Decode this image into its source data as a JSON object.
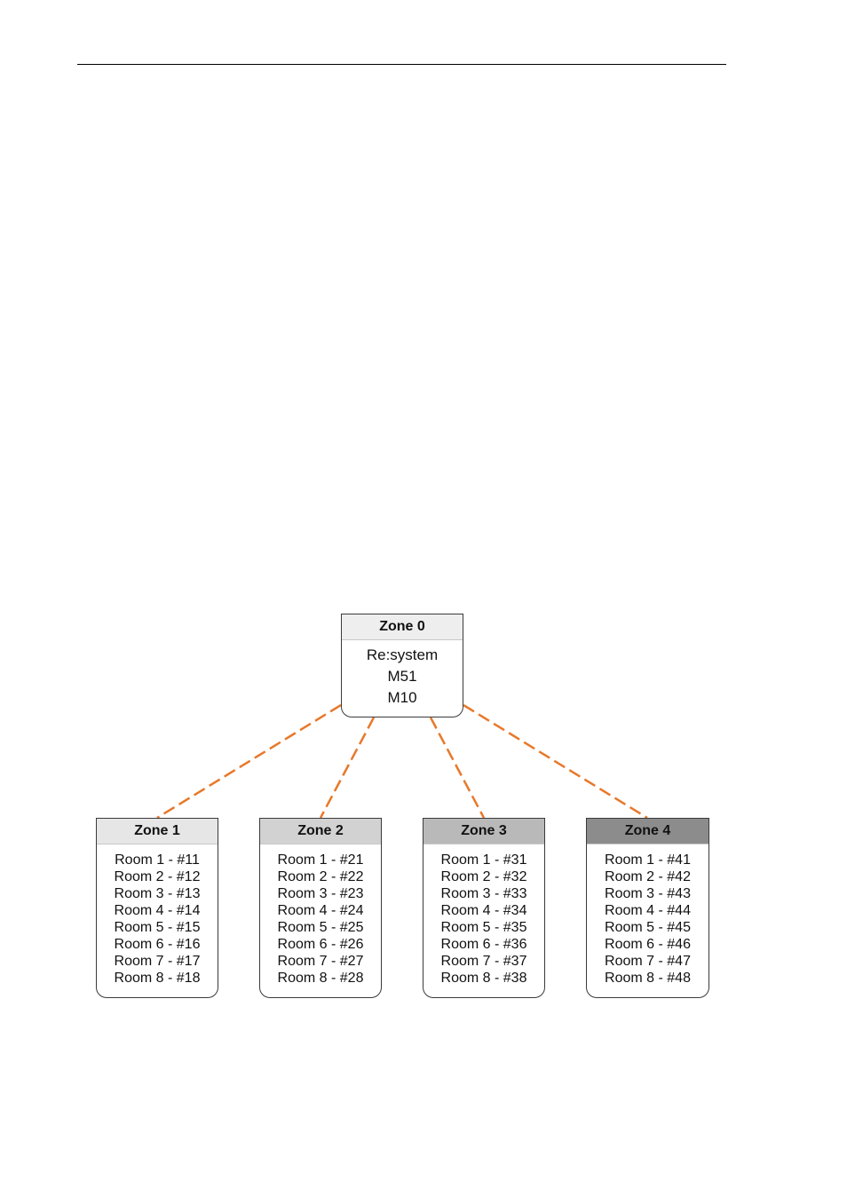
{
  "colors": {
    "connector": "#e8782a",
    "border": "#3a3a3a",
    "header_zone0": "#eeeeee",
    "header_zone1": "#e6e6e6",
    "header_zone2": "#d2d2d2",
    "header_zone3": "#b9b9b9",
    "header_zone4": "#8c8c8c"
  },
  "root": {
    "title": "Zone 0",
    "lines": [
      "Re:system",
      "M51",
      "M10"
    ]
  },
  "zones": [
    {
      "title": "Zone 1",
      "rooms": [
        "Room 1 - #11",
        "Room 2 - #12",
        "Room 3 - #13",
        "Room 4 - #14",
        "Room 5 - #15",
        "Room 6 - #16",
        "Room 7 - #17",
        "Room 8 - #18"
      ]
    },
    {
      "title": "Zone 2",
      "rooms": [
        "Room 1 - #21",
        "Room 2 - #22",
        "Room 3 - #23",
        "Room 4 - #24",
        "Room 5 - #25",
        "Room 6 - #26",
        "Room 7 - #27",
        "Room 8 - #28"
      ]
    },
    {
      "title": "Zone 3",
      "rooms": [
        "Room 1 - #31",
        "Room 2 - #32",
        "Room 3 - #33",
        "Room 4 - #34",
        "Room 5 - #35",
        "Room 6 - #36",
        "Room 7 - #37",
        "Room 8 - #38"
      ]
    },
    {
      "title": "Zone 4",
      "rooms": [
        "Room 1 - #41",
        "Room 2 - #42",
        "Room 3 - #43",
        "Room 4 - #44",
        "Room 5 - #45",
        "Room 6 - #46",
        "Room 7 - #47",
        "Room 8 - #48"
      ]
    }
  ]
}
